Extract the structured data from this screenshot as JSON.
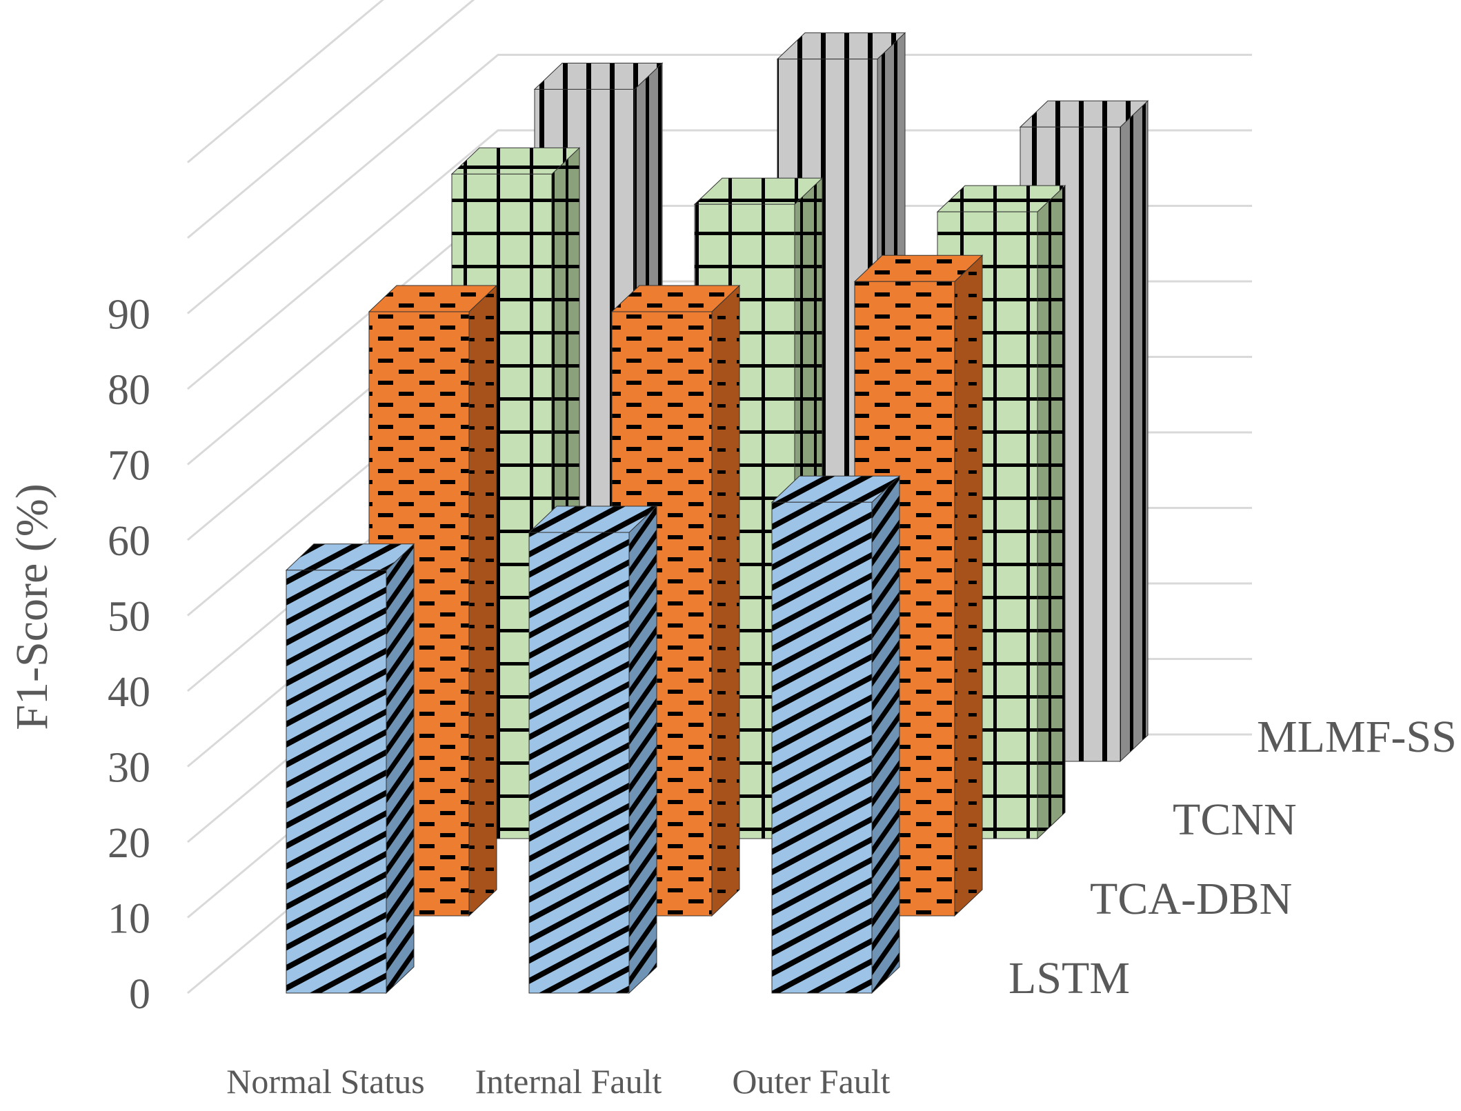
{
  "chart_data": {
    "type": "bar",
    "subtype": "3d-column",
    "title": "",
    "ylabel": "F1-Score (%)",
    "xlabel": "",
    "ylim": [
      0,
      90
    ],
    "yticks": [
      0,
      10,
      20,
      30,
      40,
      50,
      60,
      70,
      80,
      90
    ],
    "grid": true,
    "categories": [
      "Normal Status",
      "Internal Fault",
      "Outer Fault"
    ],
    "series": [
      {
        "name": "LSTM",
        "values": [
          56,
          61,
          65
        ],
        "color": "#9dc3e6",
        "pattern": "diagonal-stripes"
      },
      {
        "name": "TCA-DBN",
        "values": [
          80,
          80,
          84
        ],
        "color": "#ed7d31",
        "pattern": "dashes"
      },
      {
        "name": "TCNN",
        "values": [
          88,
          84,
          83
        ],
        "color": "#c5e0b4",
        "pattern": "grid"
      },
      {
        "name": "MLMF-SS",
        "values": [
          89,
          93,
          84
        ],
        "color": "#bfbfbf",
        "pattern": "vertical-stripes"
      }
    ]
  }
}
